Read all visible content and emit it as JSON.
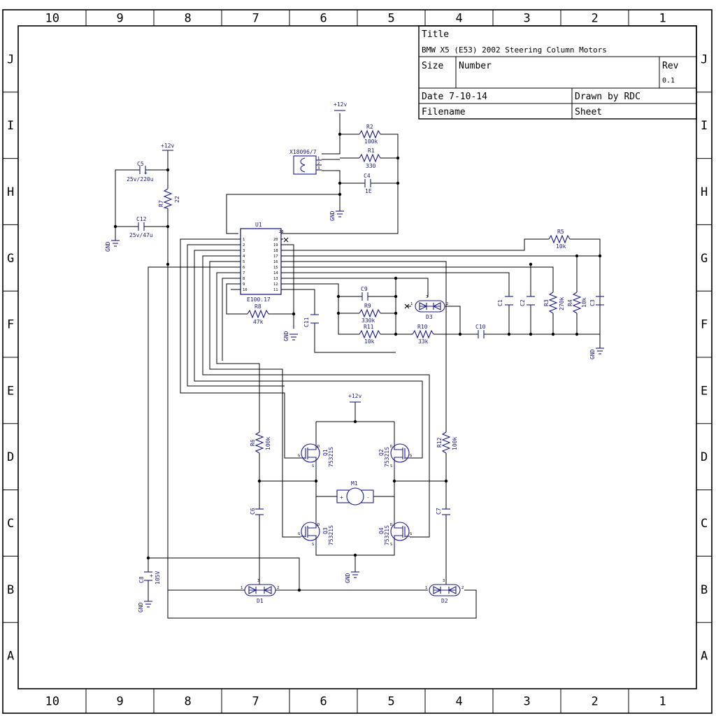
{
  "title_block": {
    "title_label": "Title",
    "title": "BMW X5 (E53) 2002 Steering Column Motors",
    "size_label": "Size",
    "number_label": "Number",
    "rev_label": "Rev",
    "rev": "0.1",
    "date_label": "Date",
    "date": "7-10-14",
    "drawn_label": "Drawn by",
    "drawn": "RDC",
    "filename_label": "Filename",
    "sheet_label": "Sheet"
  },
  "grid": {
    "columns": [
      "10",
      "9",
      "8",
      "7",
      "6",
      "5",
      "4",
      "3",
      "2",
      "1"
    ],
    "rows": [
      "J",
      "I",
      "H",
      "G",
      "F",
      "E",
      "D",
      "C",
      "B",
      "A"
    ]
  },
  "power": {
    "vcc": "+12v",
    "gnd": "GND"
  },
  "components": {
    "U1": {
      "ref": "U1",
      "value": "E100.17",
      "left_pins": [
        "1",
        "2",
        "3",
        "4",
        "5",
        "6",
        "7",
        "8",
        "9",
        "10"
      ],
      "right_pins": [
        "20",
        "19",
        "18",
        "17",
        "16",
        "15",
        "14",
        "13",
        "12",
        "11"
      ],
      "pin28": "28"
    },
    "X1": {
      "ref": "X18096/7",
      "pins": [
        "1",
        "2",
        "3"
      ]
    },
    "R1": {
      "ref": "R1",
      "value": "330"
    },
    "R2": {
      "ref": "R2",
      "value": "100k"
    },
    "R3": {
      "ref": "R3",
      "value": "270k"
    },
    "R4": {
      "ref": "R4",
      "value": "10k"
    },
    "R5": {
      "ref": "R5",
      "value": "10k"
    },
    "R6": {
      "ref": "R6",
      "value": "100k"
    },
    "R7": {
      "ref": "R7",
      "value": "22"
    },
    "R8": {
      "ref": "R8",
      "value": "47k"
    },
    "R9": {
      "ref": "R9",
      "value": "330k"
    },
    "R10": {
      "ref": "R10",
      "value": "33k"
    },
    "R11": {
      "ref": "R11",
      "value": "10k"
    },
    "R12": {
      "ref": "R12",
      "value": "100k"
    },
    "C1": {
      "ref": "C1"
    },
    "C2": {
      "ref": "C2"
    },
    "C3": {
      "ref": "C3"
    },
    "C4": {
      "ref": "C4",
      "value": "1E"
    },
    "C5": {
      "ref": "C5",
      "value": "25v/220u"
    },
    "C6": {
      "ref": "C6"
    },
    "C7": {
      "ref": "C7"
    },
    "C8": {
      "ref": "C8",
      "value": "105V"
    },
    "C9": {
      "ref": "C9"
    },
    "C10": {
      "ref": "C10"
    },
    "C11": {
      "ref": "C11"
    },
    "C12": {
      "ref": "C12",
      "value": "25v/47u"
    },
    "D1": {
      "ref": "D1",
      "pins": [
        "1",
        "2",
        "3"
      ]
    },
    "D2": {
      "ref": "D2",
      "pins": [
        "1",
        "2",
        "3"
      ]
    },
    "D3": {
      "ref": "D3",
      "pins": [
        "1",
        "2",
        "3"
      ]
    },
    "Q1": {
      "ref": "Q1",
      "value": "75321S"
    },
    "Q2": {
      "ref": "Q2",
      "value": "75321S"
    },
    "Q3": {
      "ref": "Q3",
      "value": "75321S"
    },
    "Q4": {
      "ref": "Q4",
      "value": "75321S"
    },
    "M1": {
      "ref": "M1",
      "plus": "+",
      "minus": "-"
    },
    "fet_pins": {
      "g": "G",
      "d": "D",
      "s": "S"
    }
  }
}
